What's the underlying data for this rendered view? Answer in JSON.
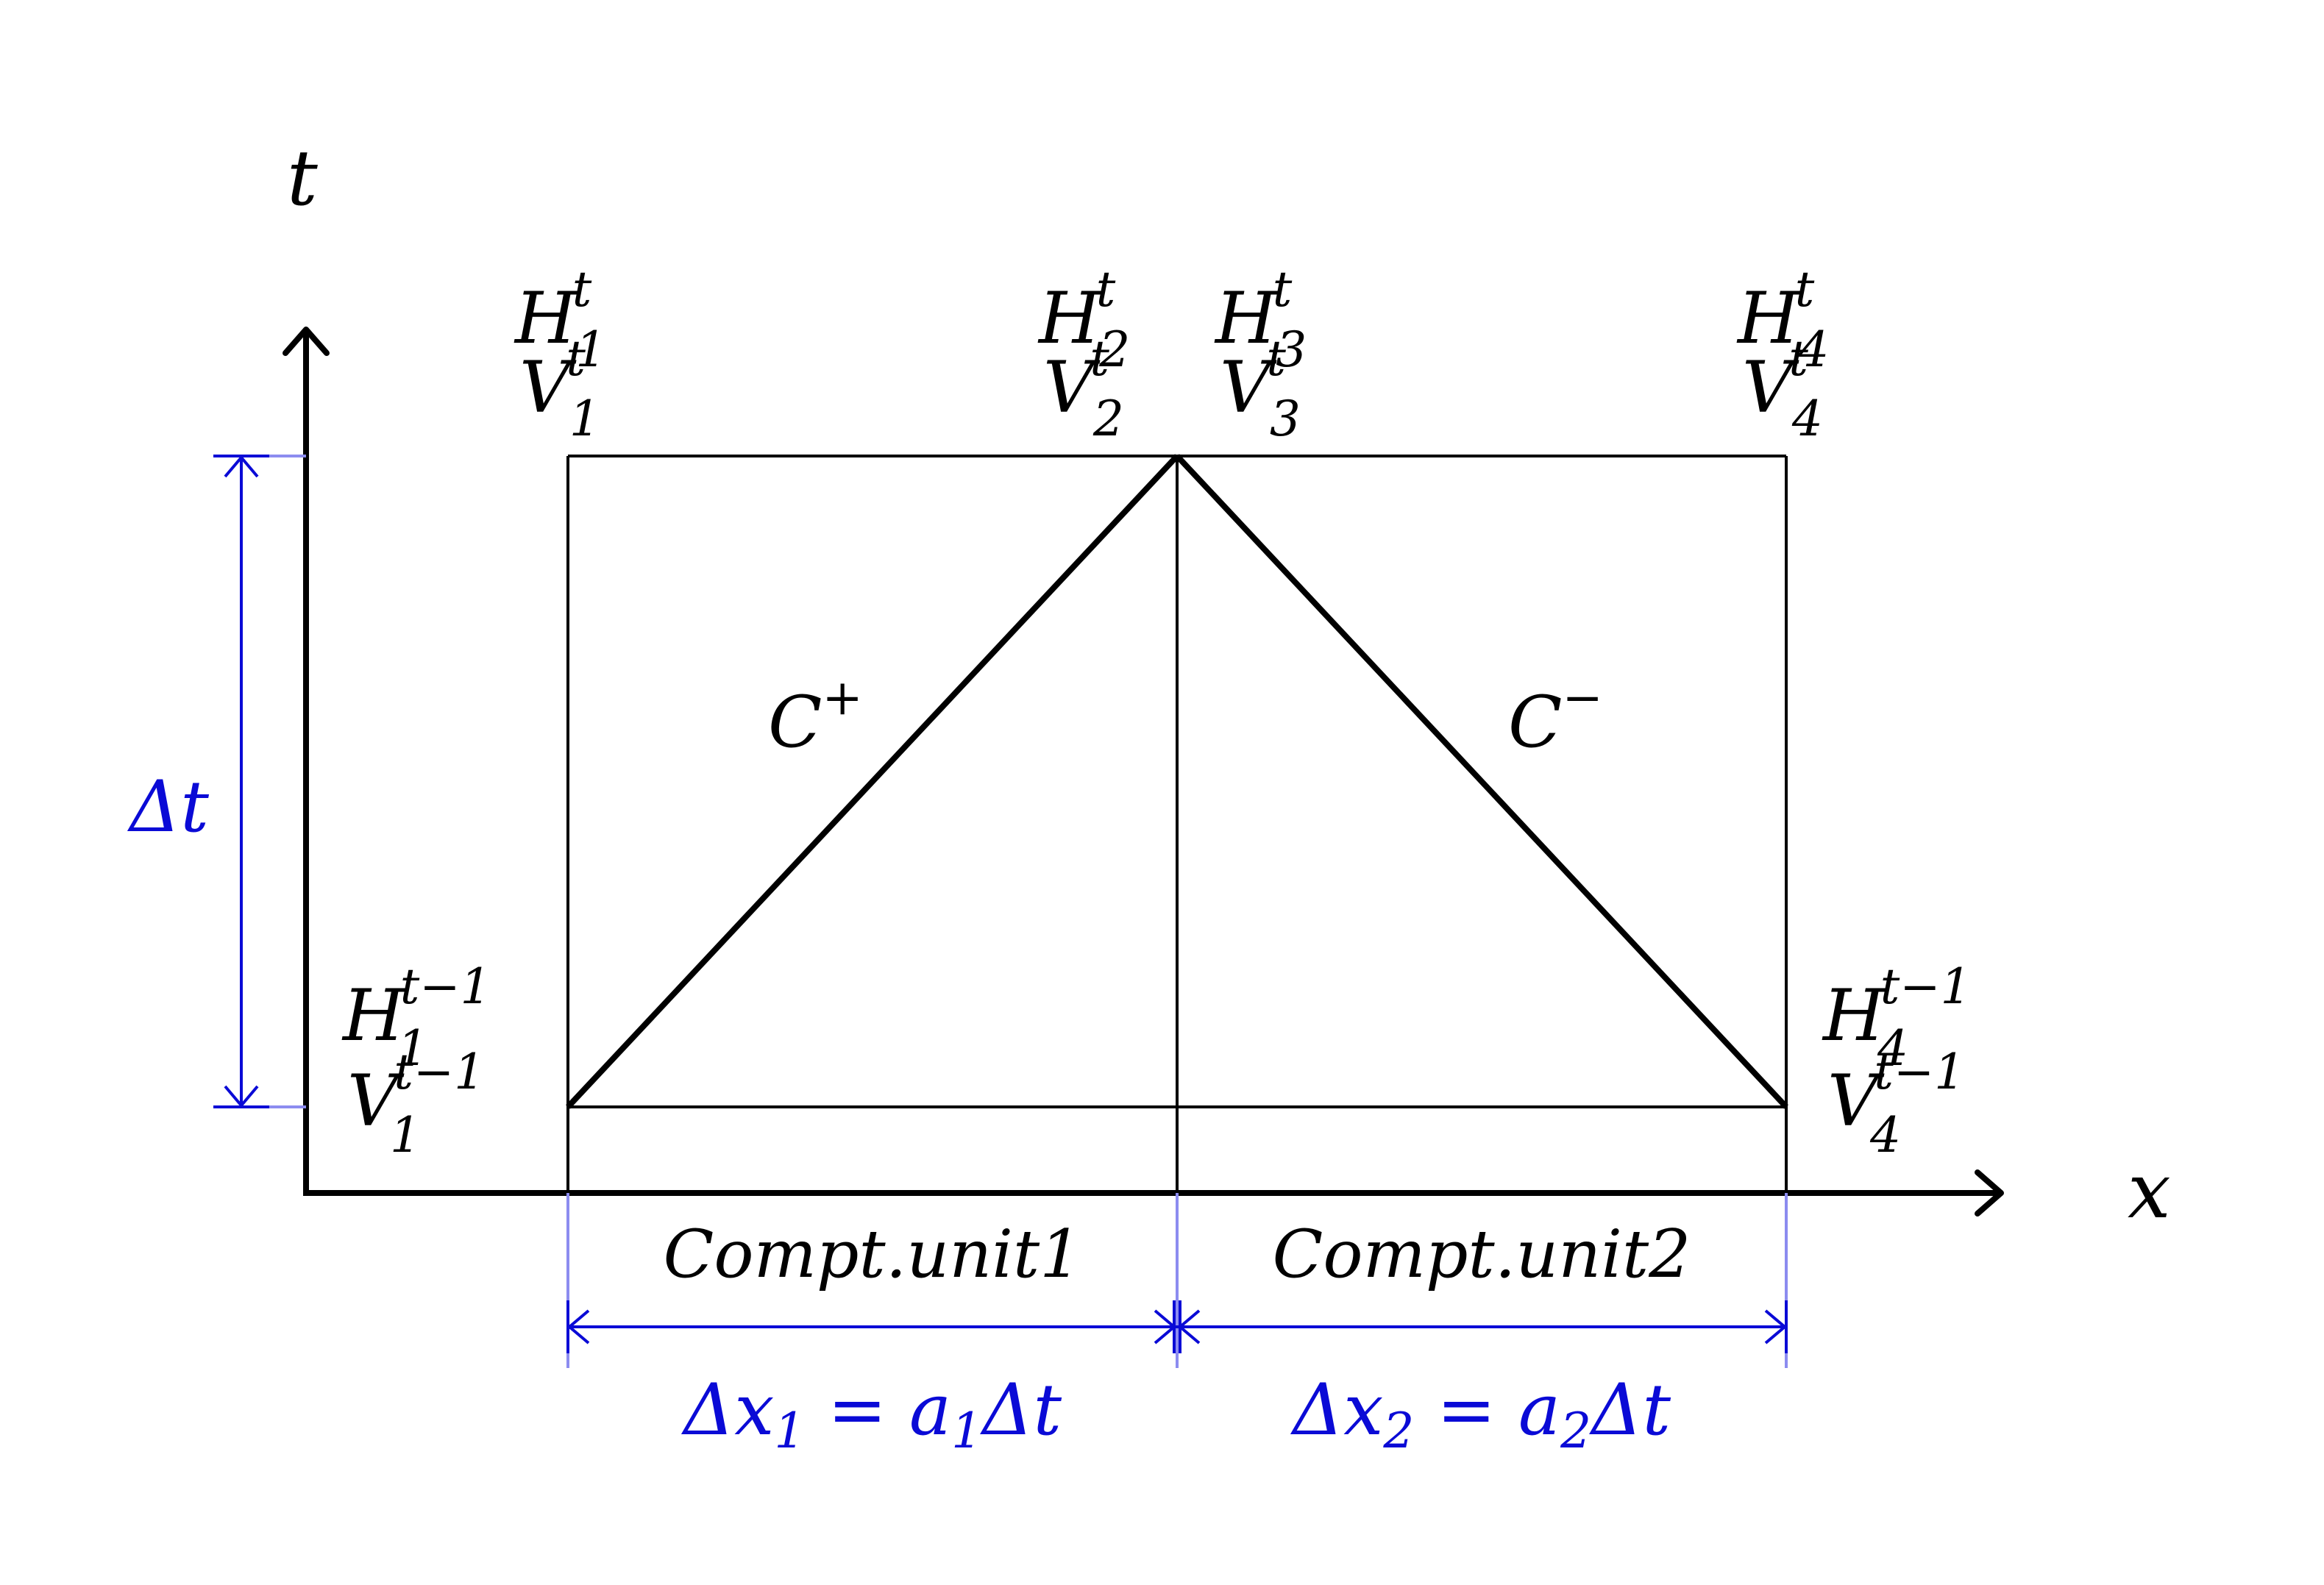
{
  "axes": {
    "x_label": "x",
    "t_label": "t"
  },
  "nodes": {
    "top": [
      {
        "H": "H",
        "H_sub": "1",
        "H_sup": "t",
        "V": "V",
        "V_sub": "1",
        "V_sup": "t"
      },
      {
        "H": "H",
        "H_sub": "2",
        "H_sup": "t",
        "V": "V",
        "V_sub": "2",
        "V_sup": "t"
      },
      {
        "H": "H",
        "H_sub": "3",
        "H_sup": "t",
        "V": "V",
        "V_sub": "3",
        "V_sup": "t"
      },
      {
        "H": "H",
        "H_sub": "4",
        "H_sup": "t",
        "V": "V",
        "V_sub": "4",
        "V_sup": "t"
      }
    ],
    "bottom": [
      {
        "H": "H",
        "H_sub": "1",
        "H_sup": "t−1",
        "V": "V",
        "V_sub": "1",
        "V_sup": "t−1"
      },
      {
        "H": "H",
        "H_sub": "4",
        "H_sup": "t−1",
        "V": "V",
        "V_sub": "4",
        "V_sup": "t−1"
      }
    ]
  },
  "characteristics": {
    "c_plus": {
      "base": "C",
      "sup": "+"
    },
    "c_minus": {
      "base": "C",
      "sup": "−"
    }
  },
  "units": {
    "unit1": "Compt.unit1",
    "unit2": "Compt.unit2"
  },
  "dimensions": {
    "dt": "Δt",
    "dx1": {
      "lhs": "Δx",
      "lhs_sub": "1",
      "eq": " = ",
      "a": "a",
      "a_sub": "1",
      "rhs": "Δt"
    },
    "dx2": {
      "lhs": "Δx",
      "lhs_sub": "2",
      "eq": " = ",
      "a": "a",
      "a_sub": "2",
      "rhs": "Δt"
    }
  },
  "colors": {
    "ink": "#000000",
    "dimension_blue": "#0a0ad6",
    "extension_blue": "#8c8cf0"
  }
}
